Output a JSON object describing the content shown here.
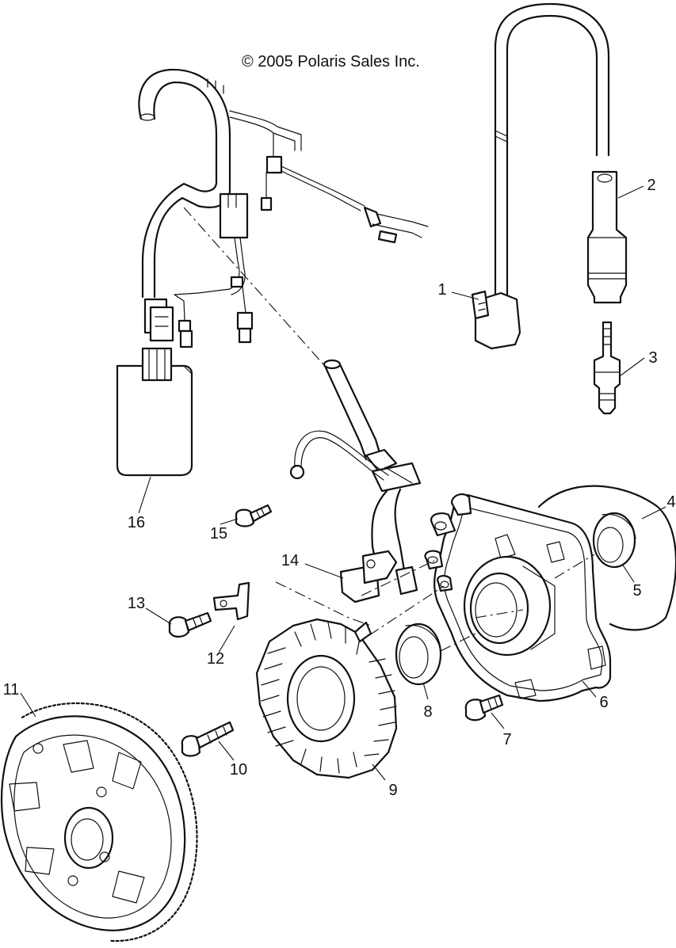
{
  "copyright": "© 2005 Polaris Sales Inc.",
  "callouts": {
    "c1": "1",
    "c2": "2",
    "c3": "3",
    "c4": "4",
    "c5": "5",
    "c6": "6",
    "c7": "7",
    "c8": "8",
    "c9": "9",
    "c10": "10",
    "c11": "11",
    "c12": "12",
    "c13": "13",
    "c14": "14",
    "c15": "15",
    "c16": "16"
  }
}
